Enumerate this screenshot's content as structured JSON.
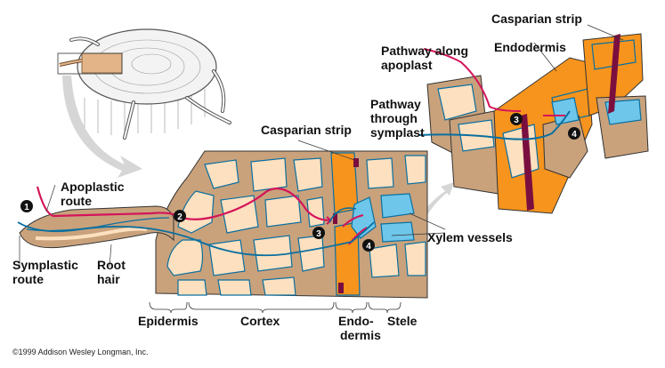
{
  "labels": {
    "apoplastic_route": [
      "Apoplastic",
      "route"
    ],
    "symplastic_route": [
      "Symplastic",
      "route"
    ],
    "root_hair": [
      "Root",
      "hair"
    ],
    "casparian_strip_main": "Casparian strip",
    "xylem_vessels": "Xylem vessels",
    "epidermis": "Epidermis",
    "cortex": "Cortex",
    "endodermis": [
      "Endo-",
      "dermis"
    ],
    "stele": "Stele",
    "casparian_strip_inset": "Casparian strip",
    "endodermis_inset": "Endodermis",
    "pathway_apoplast": [
      "Pathway along",
      "apoplast"
    ],
    "pathway_symplast": [
      "Pathway",
      "through",
      "symplast"
    ],
    "copyright": "©1999 Addison Wesley Longman, Inc."
  },
  "steps": [
    "1",
    "2",
    "3",
    "4"
  ],
  "colors": {
    "cell_wall": "#c9a27c",
    "cytoplasm": "#fde0bf",
    "endodermis": "#f7941d",
    "xylem": "#6ec6ea",
    "apoplast_path": "#d4145a",
    "symplast_path": "#0a6fa0",
    "casparian": "#7a0f3f",
    "arrow_gray": "#cccccc"
  }
}
